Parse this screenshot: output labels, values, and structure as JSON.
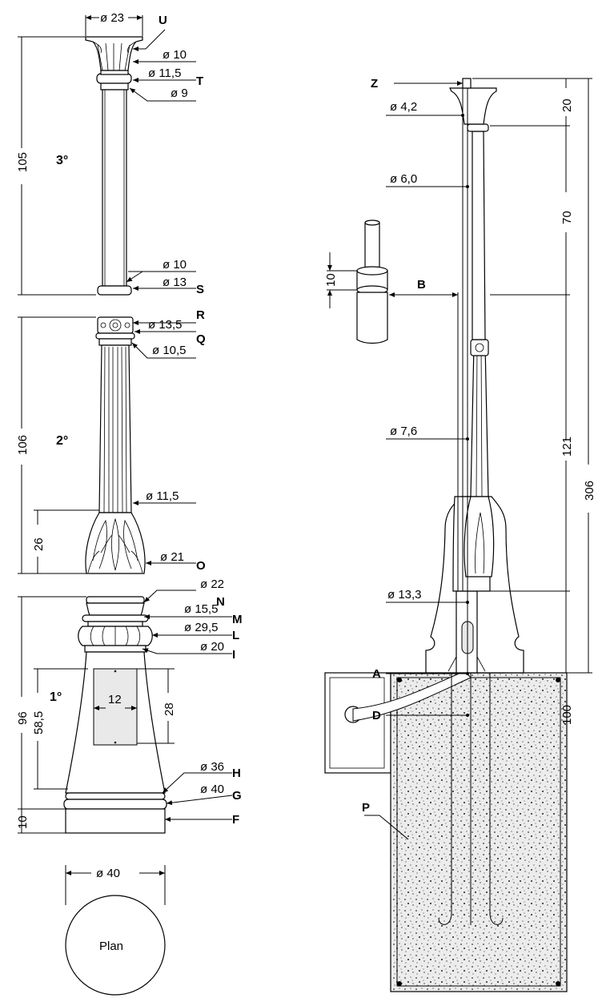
{
  "dimensions_left": {
    "top_dia": "ø 23",
    "d_10": "ø 10",
    "d_11_5": "ø 11,5",
    "d_9": "ø 9",
    "h_105": "105",
    "d_10b": "ø 10",
    "d_13": "ø 13",
    "d_13_5": "ø 13,5",
    "d_10_5": "ø 10,5",
    "h_106": "106",
    "d_11_5b": "ø 11,5",
    "h_26": "26",
    "d_21": "ø 21",
    "d_22": "ø 22",
    "d_15_5": "ø 15,5",
    "d_29_5": "ø 29,5",
    "d_20": "ø 20",
    "h_96": "96",
    "h_58_5": "58,5",
    "w_12": "12",
    "h_28": "28",
    "d_36": "ø 36",
    "d_40": "ø 40",
    "h_10": "10",
    "plan_dia": "ø 40"
  },
  "letters_left": [
    "U",
    "T",
    "S",
    "R",
    "Q",
    "O",
    "N",
    "M",
    "L",
    "I",
    "H",
    "G",
    "F"
  ],
  "sections": {
    "third": "3°",
    "second": "2°",
    "first": "1°"
  },
  "plan_label": "Plan",
  "dimensions_right": {
    "d_4_2": "ø 4,2",
    "d_6_0": "ø 6,0",
    "d_7_6": "ø 7,6",
    "d_13_3": "ø 13,3",
    "h_20": "20",
    "h_70": "70",
    "h_121": "121",
    "h_306": "306",
    "h_100": "100",
    "detail_10": "10"
  },
  "letters_right": {
    "z": "Z",
    "b": "B",
    "a": "A",
    "d": "D",
    "p": "P"
  },
  "colors": {
    "line": "#000000",
    "background": "#ffffff",
    "concrete": "#d8d8d8"
  }
}
